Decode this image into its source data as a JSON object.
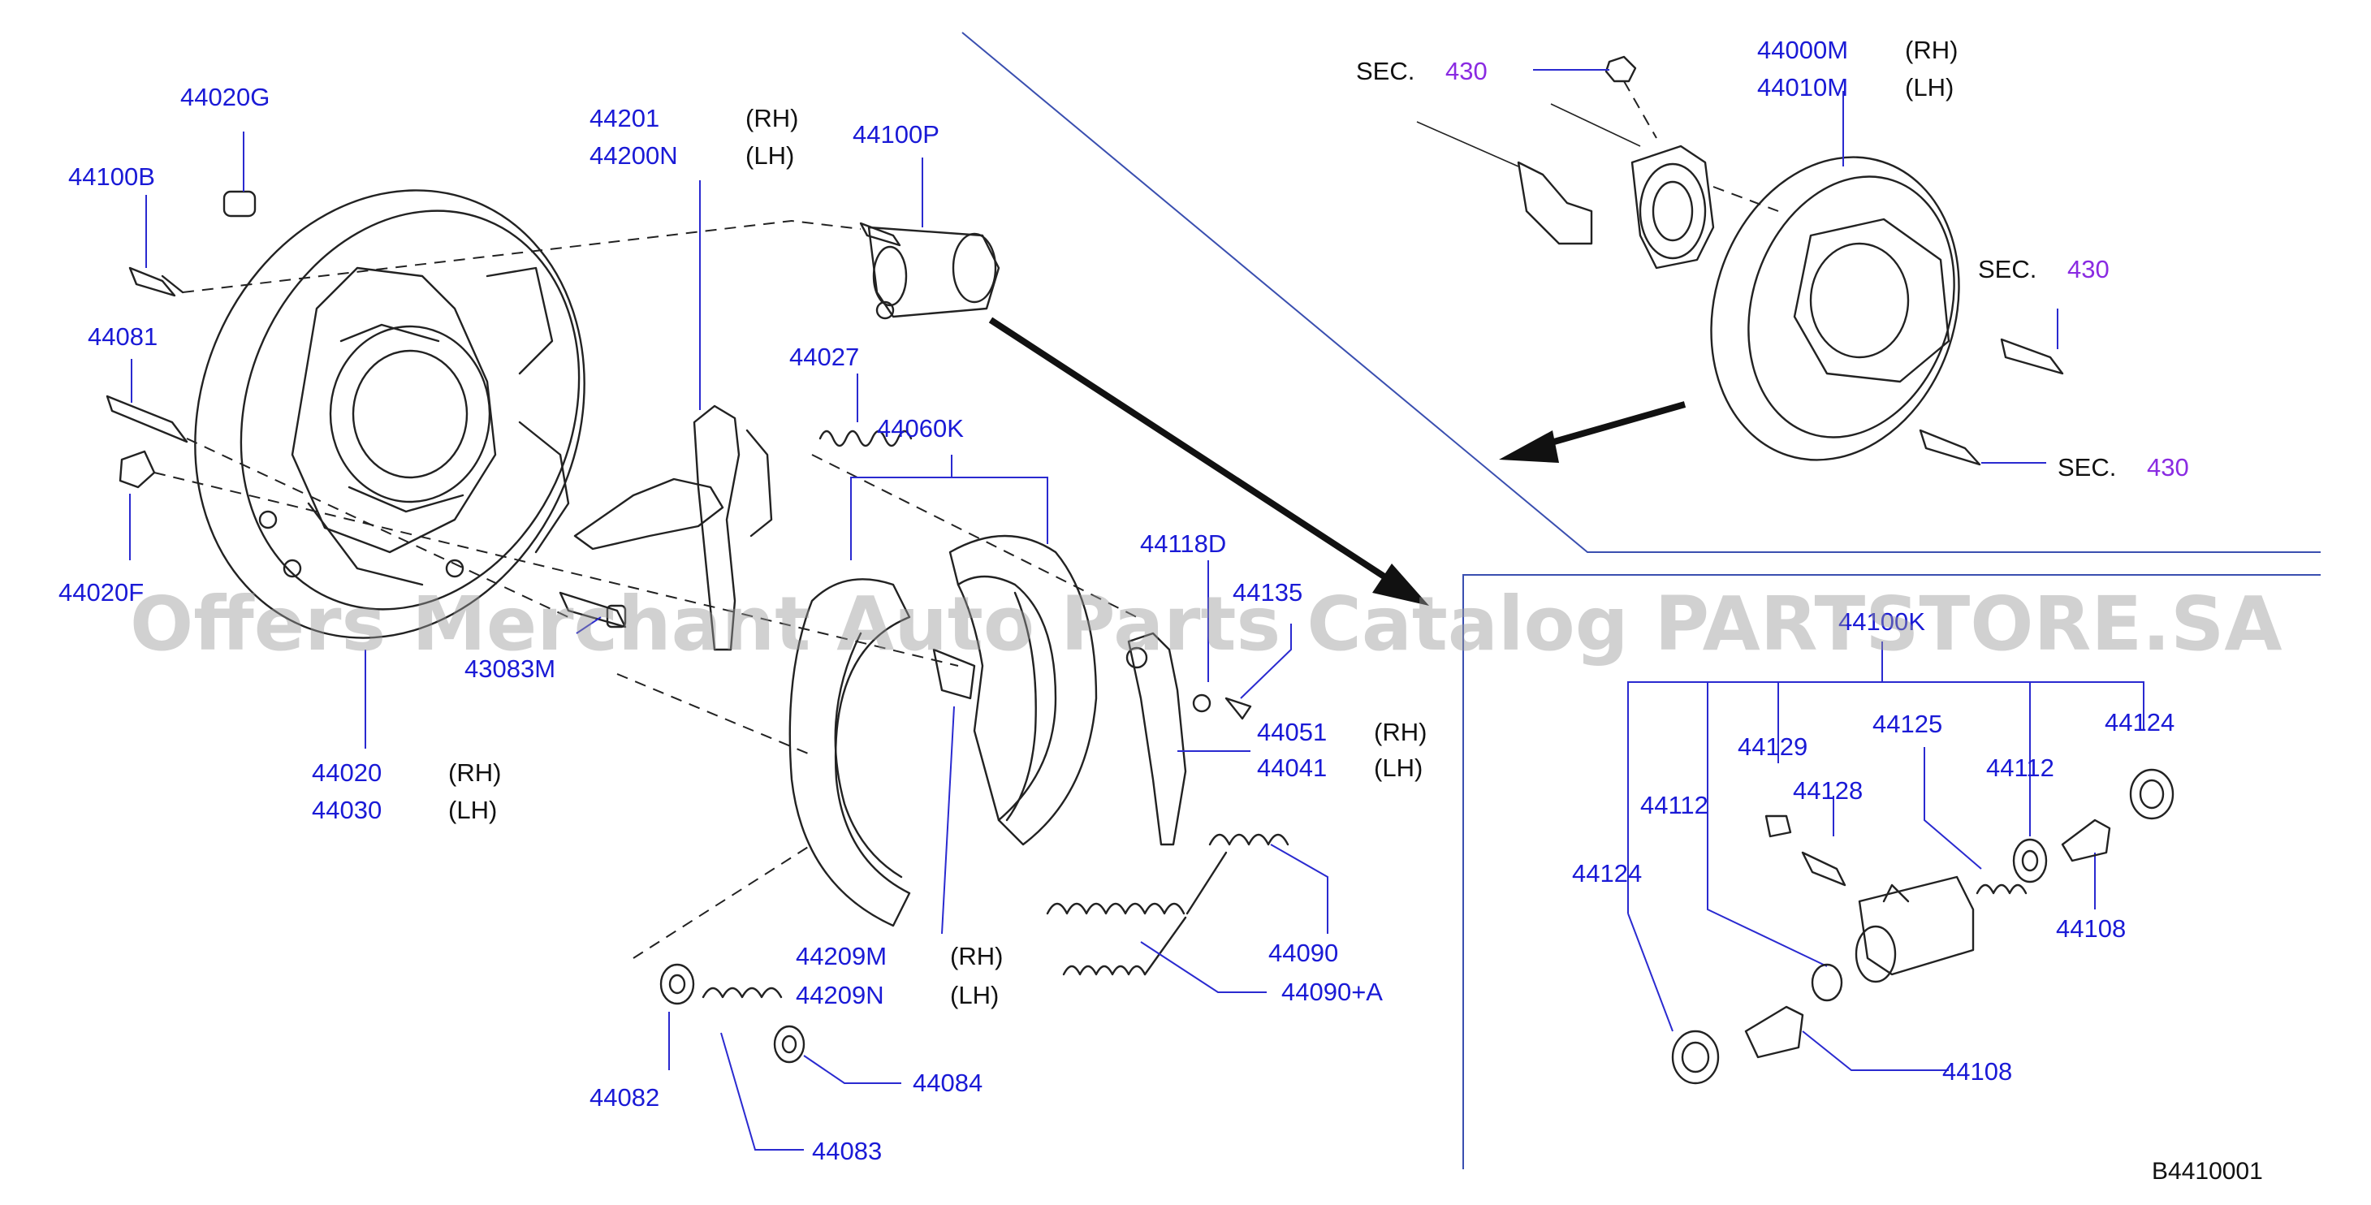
{
  "diagram": {
    "code": "B4410001",
    "watermark": "Offers Merchant Auto Parts Catalog PARTSTORE.SA",
    "labels": {
      "p44020G": "44020G",
      "p44100B": "44100B",
      "p44081": "44081",
      "p44020F": "44020F",
      "p44201": "44201",
      "p44201_side": "(RH)",
      "p44200N": "44200N",
      "p44200N_side": "(LH)",
      "p44100P": "44100P",
      "p44027": "44027",
      "p44060K": "44060K",
      "p43083M": "43083M",
      "p44020": "44020",
      "p44020_side": "(RH)",
      "p44030": "44030",
      "p44030_side": "(LH)",
      "p44118D": "44118D",
      "p44135": "44135",
      "p44051": "44051",
      "p44051_side": "(RH)",
      "p44041": "44041",
      "p44041_side": "(LH)",
      "p44209M": "44209M",
      "p44209M_side": "(RH)",
      "p44209N": "44209N",
      "p44209N_side": "(LH)",
      "p44090": "44090",
      "p44090A": "44090+A",
      "p44082": "44082",
      "p44083": "44083",
      "p44084": "44084",
      "p44000M": "44000M",
      "p44000M_side": "(RH)",
      "p44010M": "44010M",
      "p44010M_side": "(LH)",
      "sec_word": "SEC.",
      "sec_num": "430",
      "p44100K": "44100K",
      "p44129": "44129",
      "p44125": "44125",
      "p44124_right": "44124",
      "p44112_left": "44112",
      "p44128": "44128",
      "p44112_right": "44112",
      "p44124_left": "44124",
      "p44108_right": "44108",
      "p44108_bottom": "44108"
    },
    "colors": {
      "part_number": "#1a1ad6",
      "section_ref": "#8a2be2",
      "line_art": "#222222",
      "divider": "#3a4fb0",
      "watermark": "#9a9a9a"
    }
  }
}
